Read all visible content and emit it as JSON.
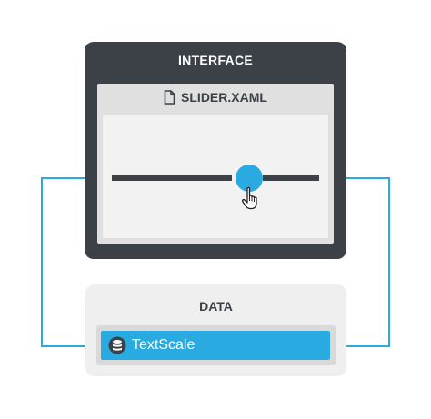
{
  "interface": {
    "title": "INTERFACE",
    "file_name": "SLIDER.XAML"
  },
  "slider": {
    "value": 0.6
  },
  "data": {
    "title": "DATA",
    "item_label": "TextScale"
  },
  "colors": {
    "dark_panel": "#3b4147",
    "accent_blue": "#29abe2",
    "light_panel": "#efefef"
  },
  "icons": [
    "file-icon",
    "hand-cursor-icon",
    "database-icon",
    "arrow-icon"
  ]
}
